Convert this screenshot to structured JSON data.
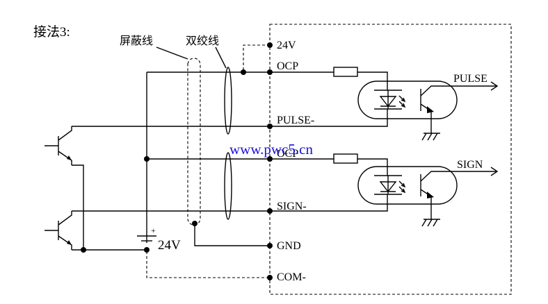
{
  "title": "接法3:",
  "cable_labels": {
    "shielded": "屏蔽线",
    "twisted_pair": "双绞线"
  },
  "terminals": {
    "v24": "24V",
    "ocp1": "OCP",
    "pulse_minus": "PULSE-",
    "ocp2": "OCP",
    "sign_minus": "SIGN-",
    "gnd": "GND",
    "com_minus": "COM-"
  },
  "outputs": {
    "pulse": "PULSE",
    "sign": "SIGN"
  },
  "supply": {
    "label": "24V",
    "plus": "+"
  },
  "watermark": "www.pwc5.cn",
  "colors": {
    "line": "#000000",
    "watermark": "#1a10d8"
  }
}
